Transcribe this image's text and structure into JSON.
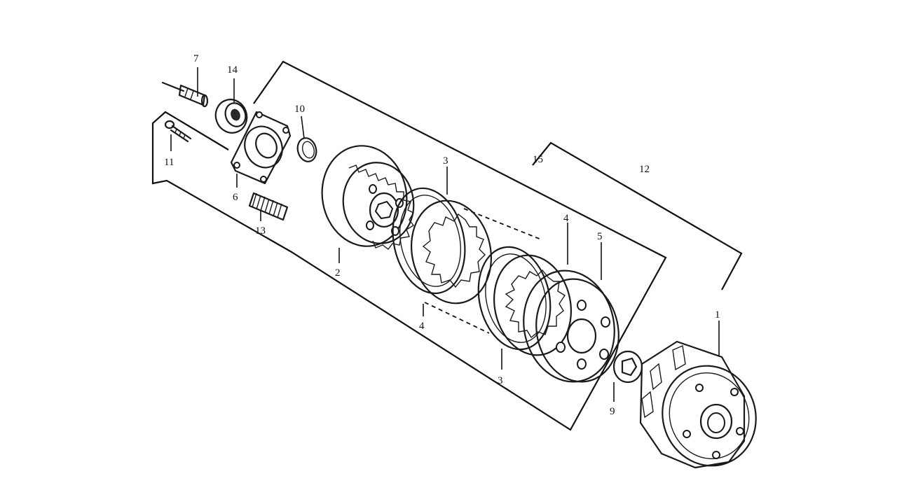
{
  "callouts": {
    "c1": "1",
    "c2": "2",
    "c3a": "3",
    "c3b": "3",
    "c4a": "4",
    "c4b": "4",
    "c5": "5",
    "c6": "6",
    "c7": "7",
    "c9": "9",
    "c10": "10",
    "c11": "11",
    "c12": "12",
    "c13": "13",
    "c14": "14",
    "c15": "15"
  },
  "colors": {
    "line": "#1a1a1a",
    "background": "#ffffff"
  }
}
